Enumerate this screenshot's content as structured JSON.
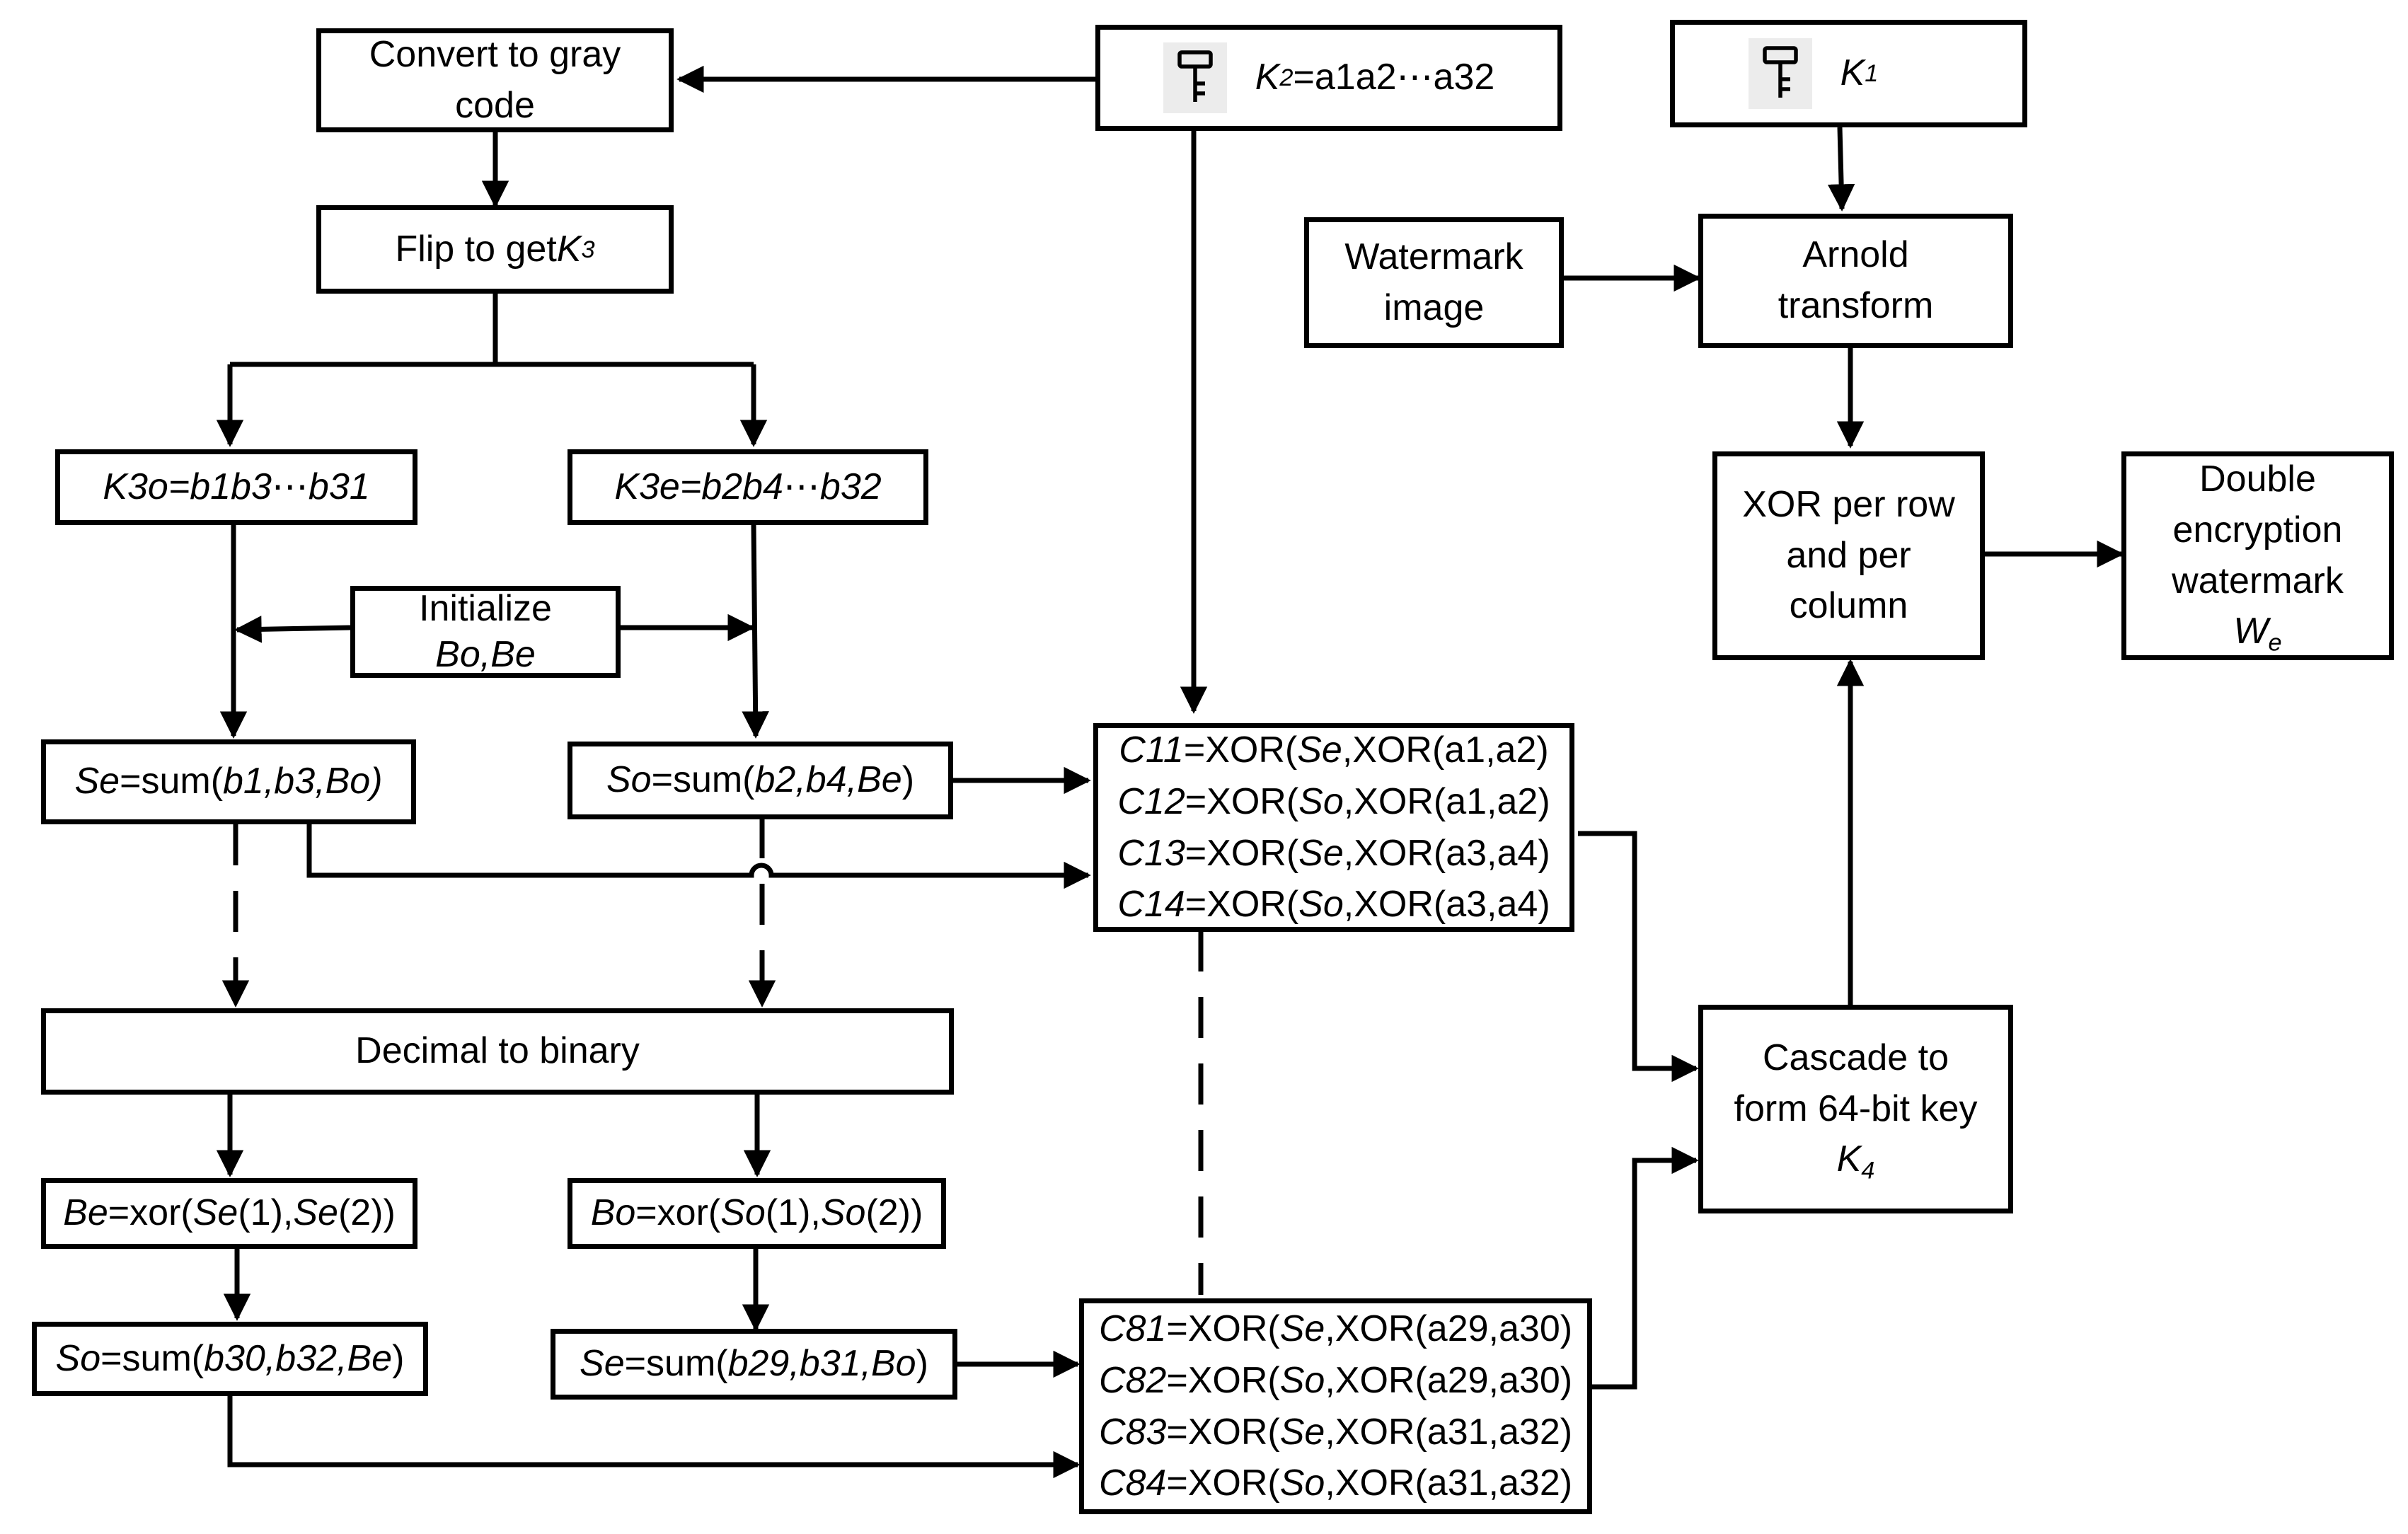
{
  "boxes": {
    "gray": [
      "Convert to gray",
      "code"
    ],
    "flip": {
      "text": "Flip to get ",
      "var": "K",
      "sub": "3"
    },
    "k2": {
      "var": "K",
      "sub": "2",
      "rest": "=a1a2⋯a32"
    },
    "k1": {
      "var": "K",
      "sub": "1"
    },
    "watermark": [
      "Watermark",
      "image"
    ],
    "arnold": [
      "Arnold",
      "transform"
    ],
    "k3o": "K3o=b1b3⋯b31",
    "k3e": "K3e=b2b4⋯b32",
    "init": {
      "line1": "Initialize",
      "line2": "Bo,Be"
    },
    "xor_rc": [
      "XOR per row",
      "and per",
      "column"
    ],
    "double": {
      "lines": [
        "Double",
        "encryption",
        "watermark"
      ],
      "var": "W",
      "sub": "e"
    },
    "se1": {
      "a": "Se",
      "b": "=sum(",
      "c": "b1,b3,Bo)"
    },
    "so1": {
      "a": "So",
      "b": "=sum(",
      "c": "b2,b4,Be",
      "d": ")"
    },
    "c_top": [
      {
        "name": "C11",
        "pre": "=XOR(",
        "v": "Se",
        "post": ",XOR(a1,a2)"
      },
      {
        "name": "C12",
        "pre": "=XOR(",
        "v": "So",
        "post": ",XOR(a1,a2)"
      },
      {
        "name": "C13",
        "pre": "=XOR(",
        "v": "Se",
        "post": ",XOR(a3,a4)"
      },
      {
        "name": "C14",
        "pre": "=XOR(",
        "v": "So",
        "post": ",XOR(a3,a4)"
      }
    ],
    "dec2bin": "Decimal to binary",
    "cascade": {
      "lines": [
        "Cascade to",
        "form 64-bit key"
      ],
      "var": "K",
      "sub": "4"
    },
    "be": {
      "a": "Be",
      "b": "=xor(",
      "c": "Se",
      "d": "(1),",
      "e": "Se",
      "f": "(2))"
    },
    "bo": {
      "a": "Bo",
      "b": "=xor(",
      "c": "So",
      "d": "(1),",
      "e": "So",
      "f": "(2))"
    },
    "so2": {
      "a": "So",
      "b": "=sum(",
      "c": "b30,b32,Be",
      "d": ")"
    },
    "se2": {
      "a": "Se",
      "b": "=sum(",
      "c": "b29,b31,Bo",
      "d": ")"
    },
    "c_bot": [
      {
        "name": "C81",
        "pre": "=XOR(",
        "v": "Se",
        "post": ",XOR(a29,a30)"
      },
      {
        "name": "C82",
        "pre": "=XOR(",
        "v": "So",
        "post": ",XOR(a29,a30)"
      },
      {
        "name": "C83",
        "pre": "=XOR(",
        "v": "Se",
        "post": ",XOR(a31,a32)"
      },
      {
        "name": "C84",
        "pre": "=XOR(",
        "v": "So",
        "post": ",XOR(a31,a32)"
      }
    ]
  },
  "icons": {
    "key": "key-icon"
  }
}
